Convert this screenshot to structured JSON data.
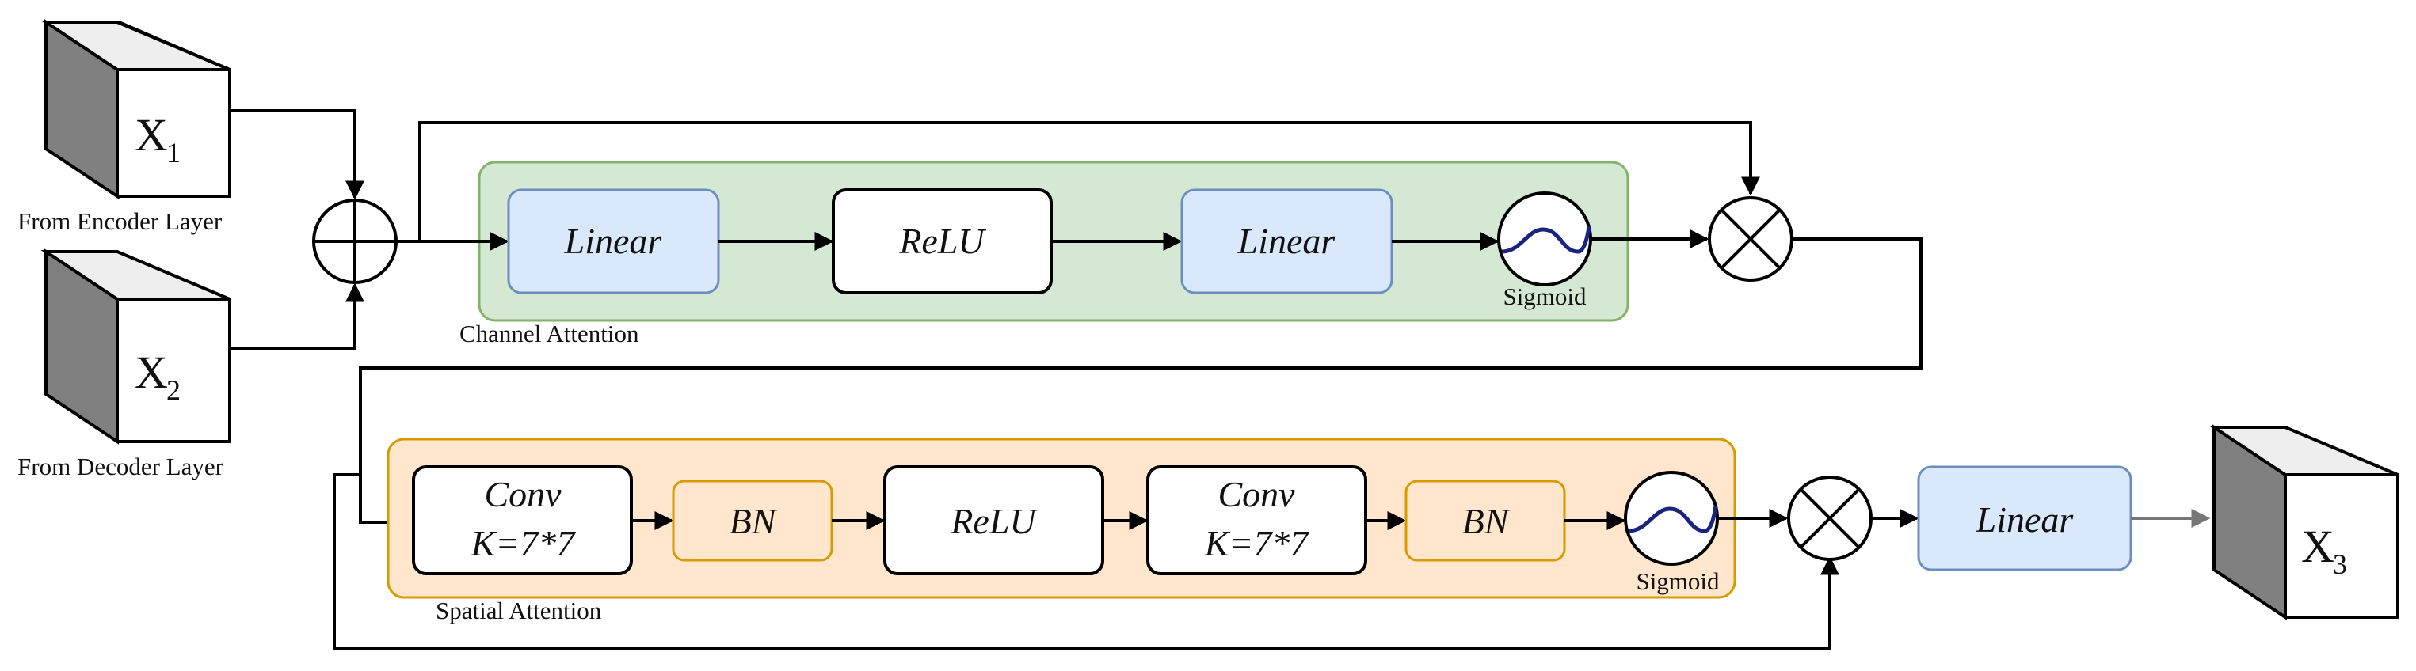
{
  "inputs": {
    "x1": {
      "symbol": "X",
      "subscript": "1",
      "caption": "From Encoder Layer"
    },
    "x2": {
      "symbol": "X",
      "subscript": "2",
      "caption": "From Decoder Layer"
    },
    "x3": {
      "symbol": "X",
      "subscript": "3"
    }
  },
  "channel_attention": {
    "label": "Channel Attention",
    "linear1": "Linear",
    "relu": "ReLU",
    "linear2": "Linear",
    "sigmoid": "Sigmoid"
  },
  "spatial_attention": {
    "label": "Spatial Attention",
    "conv1": {
      "line1": "Conv",
      "line2": "K=7*7"
    },
    "bn1": "BN",
    "relu": "ReLU",
    "conv2": {
      "line1": "Conv",
      "line2": "K=7*7"
    },
    "bn2": "BN",
    "sigmoid": "Sigmoid"
  },
  "output_linear": "Linear",
  "colors": {
    "channel_group_fill": "#d5e8d4",
    "channel_group_stroke": "#82b366",
    "spatial_group_fill": "#ffe6cc",
    "spatial_group_stroke": "#d79b00",
    "linear_fill": "#dae8fc",
    "linear_stroke": "#6c8ebf",
    "bn_fill": "#ffe6cc",
    "bn_stroke": "#d79b00",
    "sigmoid_curve": "#1a237e"
  }
}
